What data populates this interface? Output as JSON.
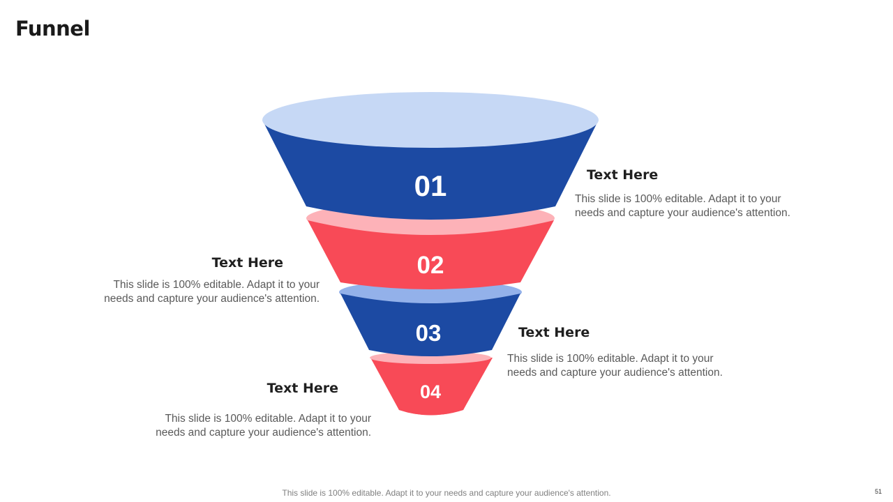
{
  "slide": {
    "title": "Funnel",
    "footer": "This slide is 100% editable. Adapt it to your needs and capture your audience's attention.",
    "page_number": "51"
  },
  "colors": {
    "blue_dark": "#1c4aa3",
    "blue_light": "#c6d8f5",
    "blue_mid": "#93b1ea",
    "red": "#f84a57",
    "pink": "#fdb2b8"
  },
  "stages": [
    {
      "number": "01",
      "heading": "Text Here",
      "body": "This slide is 100% editable. Adapt it to your needs and capture your audience's attention."
    },
    {
      "number": "02",
      "heading": "Text Here",
      "body": "This slide is 100% editable. Adapt it to your needs and capture your audience's attention."
    },
    {
      "number": "03",
      "heading": "Text Here",
      "body": "This slide is 100% editable. Adapt it to your needs and capture your audience's attention."
    },
    {
      "number": "04",
      "heading": "Text Here",
      "body": "This slide is 100% editable. Adapt it to your needs and capture your audience's attention."
    }
  ]
}
